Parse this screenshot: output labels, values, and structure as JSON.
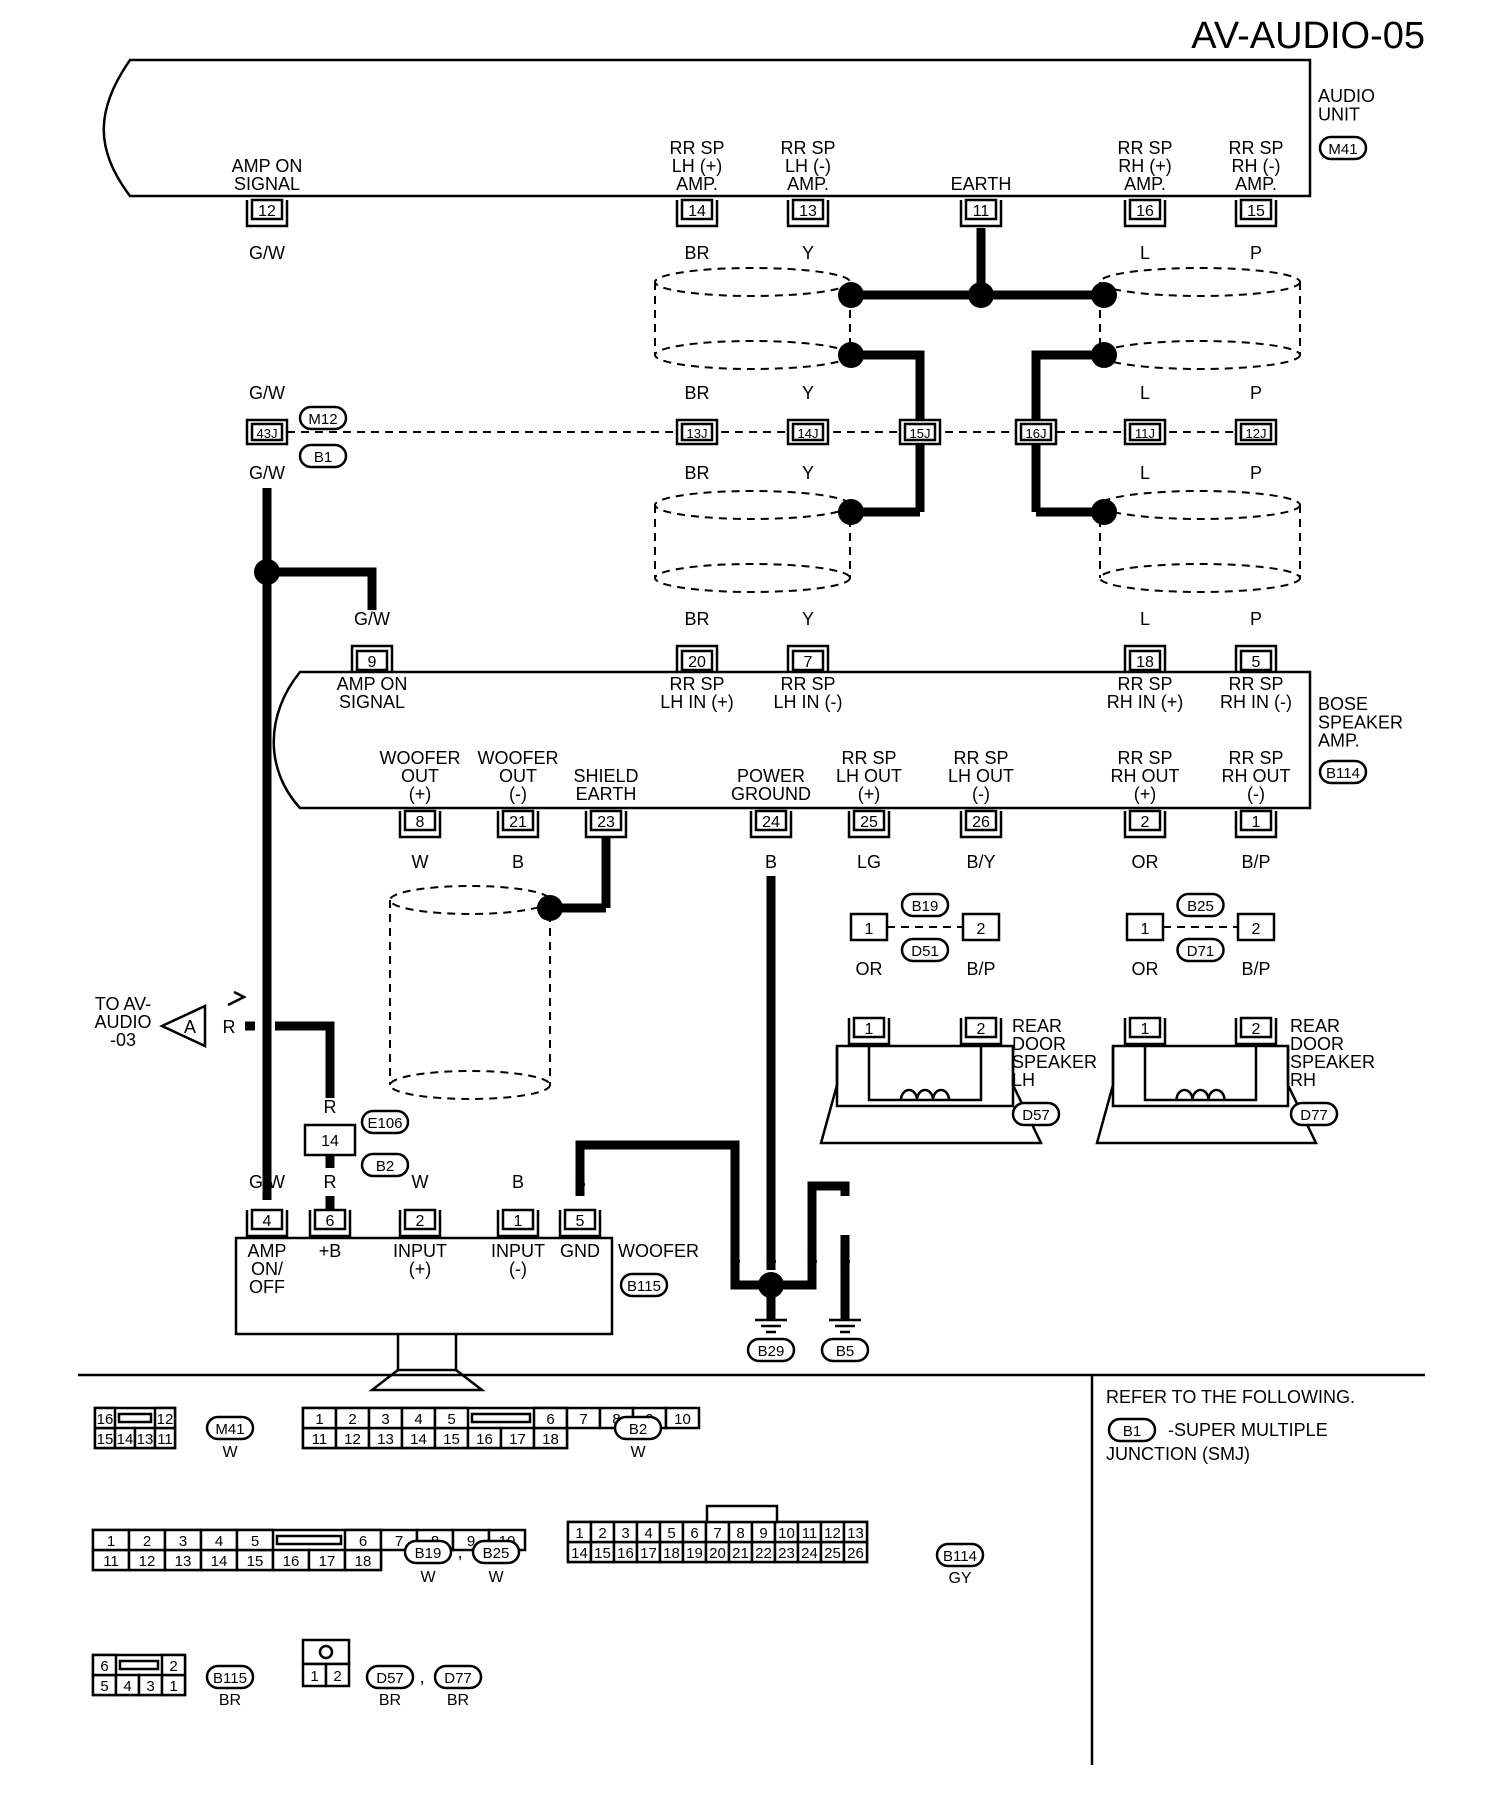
{
  "page_code": "AV-AUDIO-05",
  "units": {
    "audio_unit": {
      "name": "AUDIO\nUNIT",
      "code": "M41"
    },
    "bose_amp": {
      "name": "BOSE\nSPEAKER\nAMP.",
      "code": "B114"
    },
    "woofer": {
      "name": "WOOFER",
      "code": "B115"
    },
    "speaker_lh": {
      "name": "REAR\nDOOR\nSPEAKER\nLH",
      "code": "D57"
    },
    "speaker_rh": {
      "name": "REAR\nDOOR\nSPEAKER\nRH",
      "code": "D77"
    }
  },
  "audio_pins": [
    {
      "pin": "12",
      "label": "AMP ON\nSIGNAL"
    },
    {
      "pin": "14",
      "label": "RR SP\nLH (+)\nAMP."
    },
    {
      "pin": "13",
      "label": "RR SP\nLH (-)\nAMP."
    },
    {
      "pin": "11",
      "label": "EARTH"
    },
    {
      "pin": "16",
      "label": "RR SP\nRH (+)\nAMP."
    },
    {
      "pin": "15",
      "label": "RR SP\nRH (-)\nAMP."
    }
  ],
  "amp_in_pins": [
    {
      "pin": "9",
      "label": "AMP ON\nSIGNAL"
    },
    {
      "pin": "20",
      "label": "RR SP\nLH IN (+)"
    },
    {
      "pin": "7",
      "label": "RR SP\nLH IN (-)"
    },
    {
      "pin": "18",
      "label": "RR SP\nRH IN (+)"
    },
    {
      "pin": "5",
      "label": "RR SP\nRH IN (-)"
    }
  ],
  "amp_out_pins": [
    {
      "pin": "8",
      "label": "WOOFER\nOUT\n(+)"
    },
    {
      "pin": "21",
      "label": "WOOFER\nOUT\n(-)"
    },
    {
      "pin": "23",
      "label": "SHIELD\nEARTH"
    },
    {
      "pin": "24",
      "label": "POWER\nGROUND"
    },
    {
      "pin": "25",
      "label": "RR SP\nLH OUT\n(+)"
    },
    {
      "pin": "26",
      "label": "RR SP\nLH OUT\n(-)"
    },
    {
      "pin": "2",
      "label": "RR SP\nRH OUT\n(+)"
    },
    {
      "pin": "1",
      "label": "RR SP\nRH OUT\n(-)"
    }
  ],
  "woofer_pins": [
    {
      "pin": "4",
      "label": "AMP\nON/\nOFF"
    },
    {
      "pin": "6",
      "label": "+B"
    },
    {
      "pin": "2",
      "label": "INPUT\n(+)"
    },
    {
      "pin": "1",
      "label": "INPUT\n(-)"
    },
    {
      "pin": "5",
      "label": "GND"
    }
  ],
  "junction": {
    "codes": [
      "M12",
      "B1"
    ],
    "terminals": [
      "43J",
      "13J",
      "14J",
      "15J",
      "16J",
      "11J",
      "12J"
    ]
  },
  "inline_connectors": [
    {
      "codes": [
        "B19",
        "D51"
      ],
      "pins": [
        "1",
        "2"
      ]
    },
    {
      "codes": [
        "B25",
        "D71"
      ],
      "pins": [
        "1",
        "2"
      ]
    },
    {
      "codes": [
        "E106",
        "B2"
      ],
      "pins": [
        "14"
      ]
    }
  ],
  "speaker_pins": [
    "1",
    "2"
  ],
  "wire_colors": {
    "gw": "G/W",
    "br": "BR",
    "y": "Y",
    "l": "L",
    "p": "P",
    "w": "W",
    "b": "B",
    "lg": "LG",
    "by": "B/Y",
    "or": "OR",
    "bp": "B/P",
    "r": "R"
  },
  "grounds": [
    "B29",
    "B5"
  ],
  "offpage": {
    "text": "TO AV-\nAUDIO\n-03",
    "letter": "A"
  },
  "connector_views": [
    {
      "code": "M41",
      "color": "W",
      "top": [
        "16",
        "12"
      ],
      "bottom": [
        "15",
        "14",
        "13",
        "11"
      ]
    },
    {
      "code": "B2",
      "color": "W",
      "top": [
        "1",
        "2",
        "3",
        "4",
        "5",
        "6",
        "7",
        "8",
        "9",
        "10"
      ],
      "bottom": [
        "11",
        "12",
        "13",
        "14",
        "15",
        "16",
        "17",
        "18"
      ]
    },
    {
      "code": "B19",
      "code2": "B25",
      "color": "W",
      "color2": "W",
      "top": [
        "1",
        "2",
        "3",
        "4",
        "5",
        "6",
        "7",
        "8",
        "9",
        "10"
      ],
      "bottom": [
        "11",
        "12",
        "13",
        "14",
        "15",
        "16",
        "17",
        "18"
      ]
    },
    {
      "code": "B114",
      "color": "GY",
      "top": [
        "1",
        "2",
        "3",
        "4",
        "5",
        "6",
        "7",
        "8",
        "9",
        "10",
        "11",
        "12",
        "13"
      ],
      "bottom": [
        "14",
        "15",
        "16",
        "17",
        "18",
        "19",
        "20",
        "21",
        "22",
        "23",
        "24",
        "25",
        "26"
      ]
    },
    {
      "code": "B115",
      "color": "BR",
      "top": [
        "6",
        "2"
      ],
      "bottom": [
        "5",
        "4",
        "3",
        "1"
      ]
    },
    {
      "code": "D57",
      "code2": "D77",
      "color": "BR",
      "color2": "BR",
      "top": [],
      "bottom": [
        "1",
        "2"
      ]
    }
  ],
  "note": {
    "line1": "REFER TO THE FOLLOWING.",
    "code": "B1",
    "line2": "-SUPER MULTIPLE",
    "line3": "JUNCTION (SMJ)"
  }
}
